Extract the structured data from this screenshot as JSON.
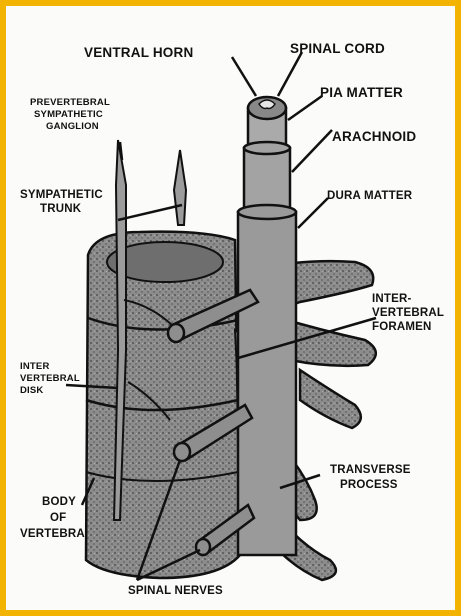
{
  "labels": {
    "ventral_horn": "VENTRAL HORN",
    "spinal_cord": "SPINAL CORD",
    "pia_matter": "PIA MATTER",
    "arachnoid": "ARACHNOID",
    "dura_matter": "DURA MATTER",
    "prevertebral_1": "PREVERTEBRAL",
    "prevertebral_2": "SYMPATHETIC",
    "prevertebral_3": "GANGLION",
    "sympathetic_1": "SYMPATHETIC",
    "sympathetic_2": "TRUNK",
    "intervertebral_foramen_1": "INTER-",
    "intervertebral_foramen_2": "VERTEBRAL",
    "intervertebral_foramen_3": "FORAMEN",
    "intervertebral_disk_1": "INTER",
    "intervertebral_disk_2": "VERTEBRAL",
    "intervertebral_disk_3": "DISK",
    "transverse_1": "TRANSVERSE",
    "transverse_2": "PROCESS",
    "body_1": "BODY",
    "body_2": "OF",
    "body_3": "VERTEBRA",
    "spinal_nerves": "SPINAL NERVES"
  },
  "colors": {
    "frame": "#f2b400",
    "bone": "#8f8f8f",
    "bone_dark": "#5a5a5a",
    "ink": "#111111"
  }
}
